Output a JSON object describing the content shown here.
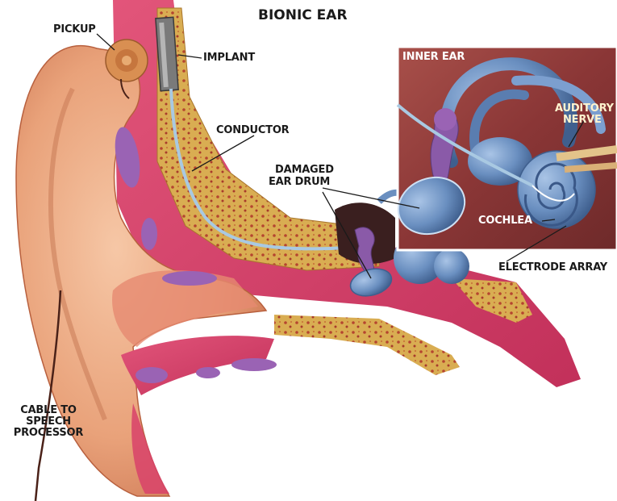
{
  "title": "BIONIC EAR",
  "inset_title": "INNER EAR",
  "labels": {
    "pickup": "PICKUP",
    "implant": "IMPLANT",
    "conductor": "CONDUCTOR",
    "damaged_ear_drum_1": "DAMAGED",
    "damaged_ear_drum_2": "EAR DRUM",
    "auditory_nerve_1": "AUDITORY",
    "auditory_nerve_2": "NERVE",
    "cochlea": "COCHLEA",
    "electrode_array": "ELECTRODE ARRAY",
    "cable_1": "CABLE TO",
    "cable_2": "SPEECH",
    "cable_3": "PROCESSOR"
  },
  "colors": {
    "skin": "#e9a67e",
    "flesh": "#d8426a",
    "bone": "#d6a84c",
    "nerve_blue": "#6a8fc0",
    "purple": "#9a63b4",
    "inset_bg": "#8a3a36"
  }
}
